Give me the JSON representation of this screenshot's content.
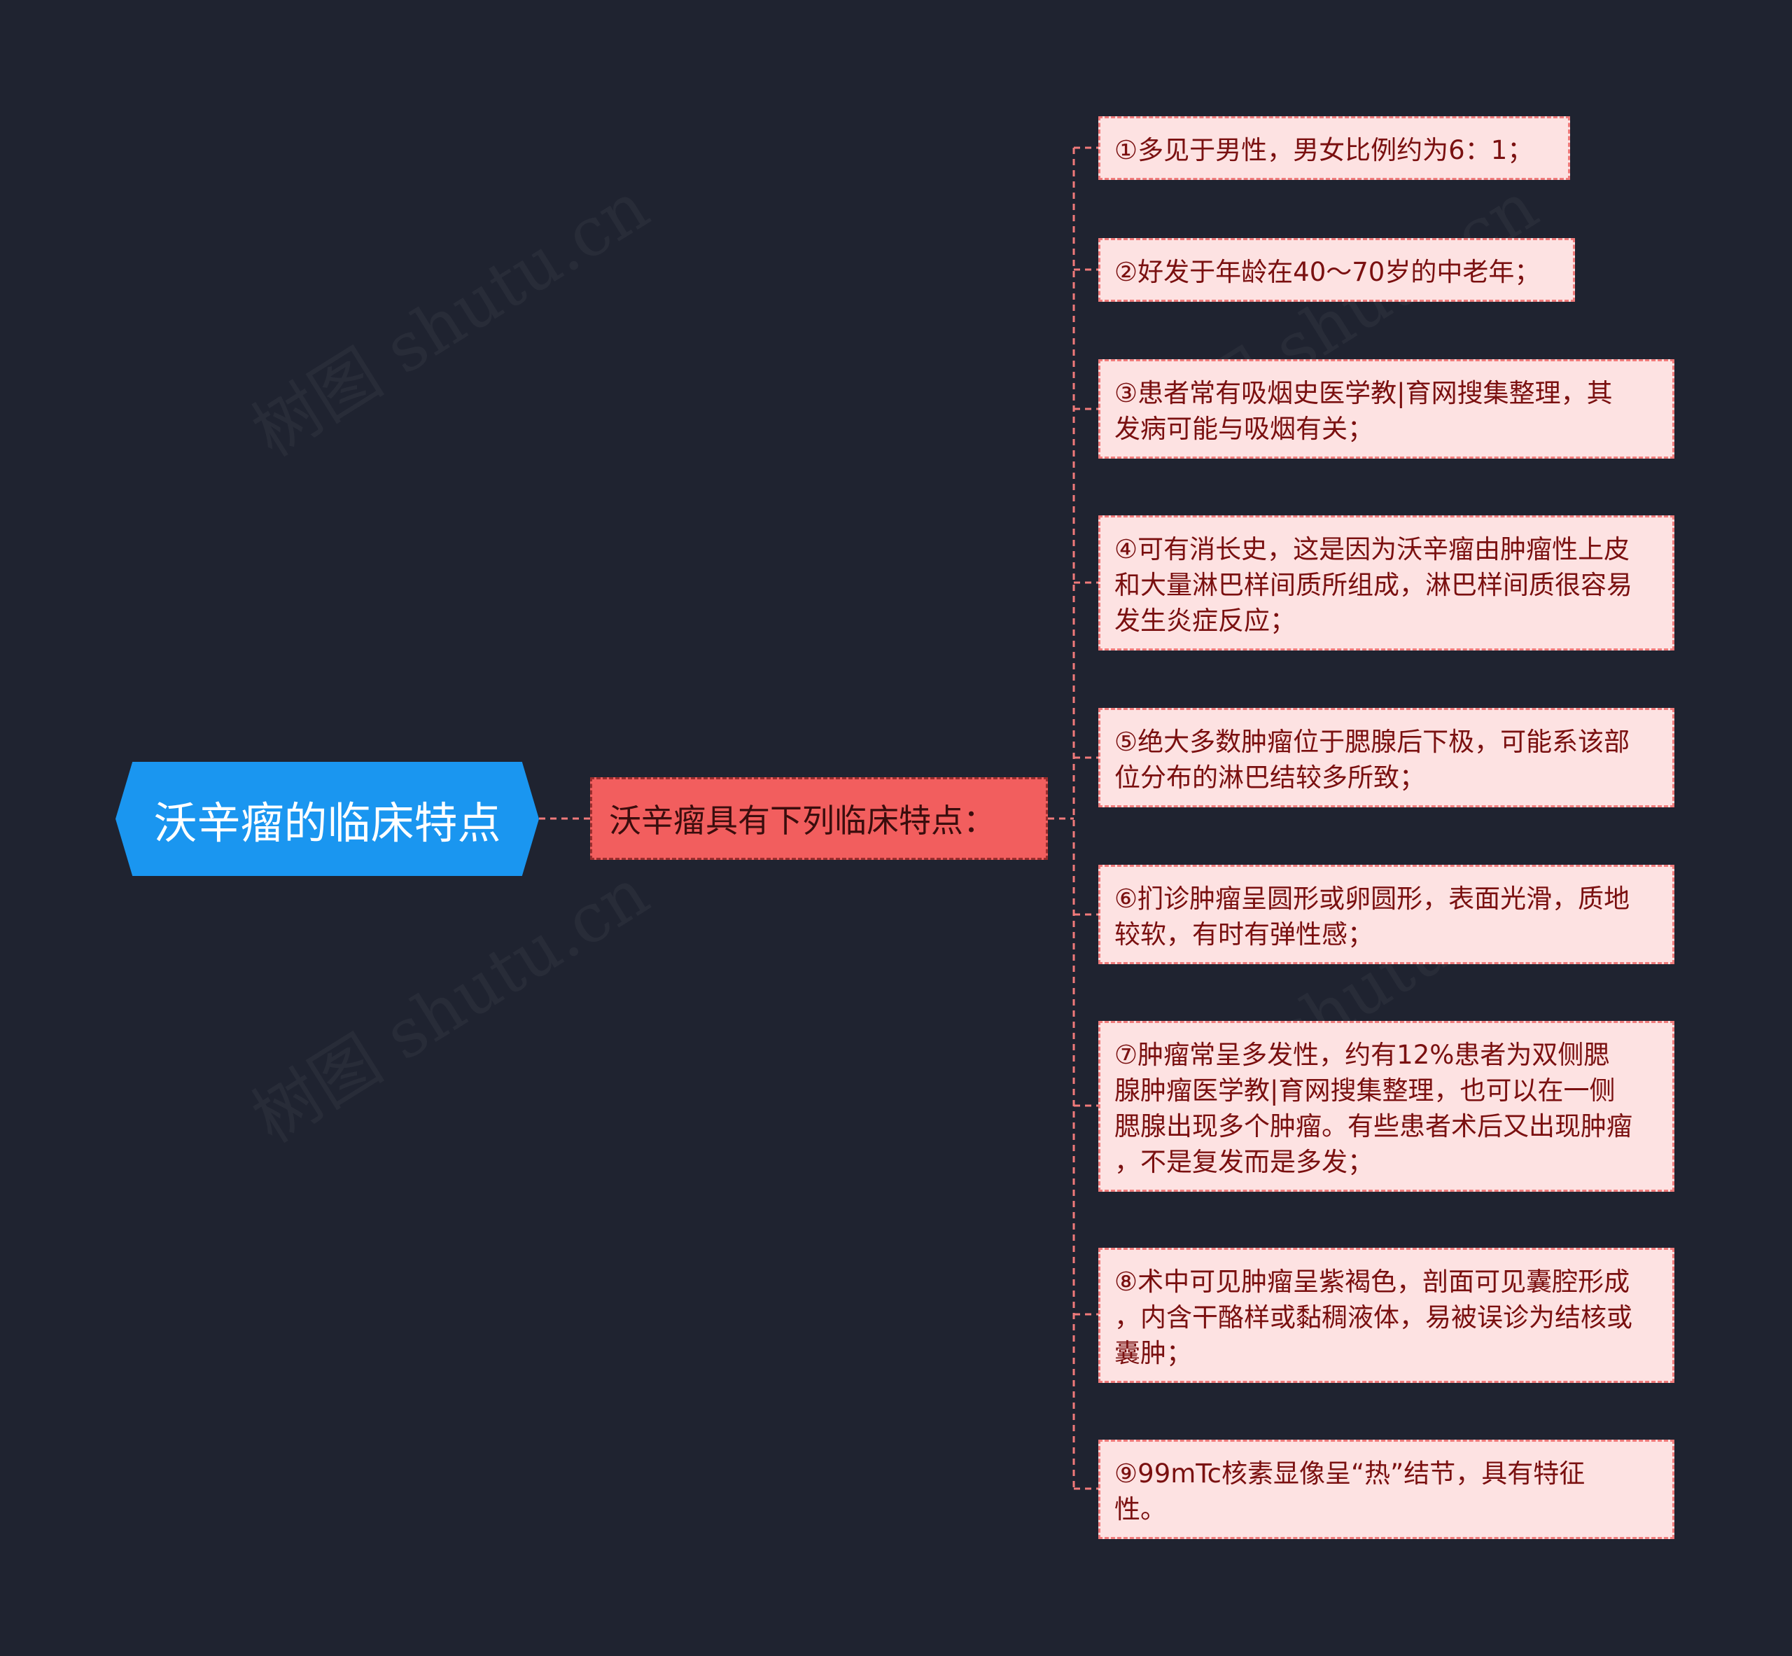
{
  "root": {
    "label": "沃辛瘤的临床特点"
  },
  "branch": {
    "label": "沃辛瘤具有下列临床特点："
  },
  "leaves": [
    "①多见于男性，男女比例约为6：1；",
    "②好发于年龄在40～70岁的中老年；",
    "③患者常有吸烟史医学教|育网搜集整理，其\n发病可能与吸烟有关；",
    "④可有消长史，这是因为沃辛瘤由肿瘤性上皮\n和大量淋巴样间质所组成，淋巴样间质很容易\n发生炎症反应；",
    "⑤绝大多数肿瘤位于腮腺后下极，可能系该部\n位分布的淋巴结较多所致；",
    "⑥扪诊肿瘤呈圆形或卵圆形，表面光滑，质地\n较软，有时有弹性感；",
    "⑦肿瘤常呈多发性，约有12%患者为双侧腮\n腺肿瘤医学教|育网搜集整理，也可以在一侧\n腮腺出现多个肿瘤。有些患者术后又出现肿瘤\n，不是复发而是多发；",
    "⑧术中可见肿瘤呈紫褐色，剖面可见囊腔形成\n，内含干酪样或黏稠液体，易被误诊为结核或\n囊肿；",
    "⑨99mTc核素显像呈“热”结节，具有特征\n性。"
  ],
  "watermark": "树图 shutu.cn",
  "colors": {
    "background": "#1f2330",
    "root_fill": "#1a96f0",
    "branch_fill": "#f25e5e",
    "leaf_fill": "#fde2e2",
    "leaf_text": "#7a1010",
    "connector": "#f07a7a"
  }
}
